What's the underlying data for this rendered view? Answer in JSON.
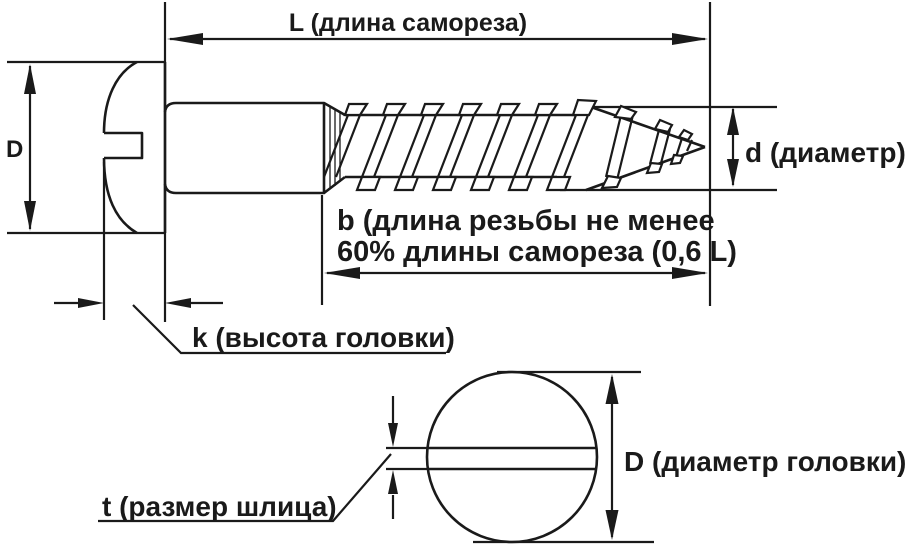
{
  "colors": {
    "line": "#1a1a1a",
    "background": "#ffffff"
  },
  "side_view": {
    "dim_length_L": "L (длина самореза)",
    "dim_head_diameter_D": "D",
    "dim_diameter_d": "d (диаметр)",
    "dim_thread_length_b_line1": "b (длина резьбы не менее",
    "dim_thread_length_b_line2": "60% длины самореза (0,6 L)",
    "dim_head_height_k": "k (высота головки)"
  },
  "top_view": {
    "dim_slot_size_t": "t (размер шлица)",
    "dim_head_diameter_D": "D (диаметр головки)"
  }
}
